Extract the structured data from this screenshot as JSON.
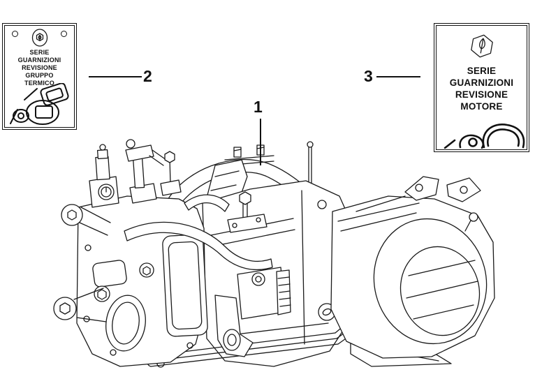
{
  "colors": {
    "background": "#ffffff",
    "ink": "#111111"
  },
  "callouts": {
    "engine": {
      "number": "1"
    },
    "thermal_kit": {
      "number": "2"
    },
    "motor_kit": {
      "number": "3"
    }
  },
  "kit_labels": {
    "thermal": {
      "lines": [
        "SERIE",
        "GUARNIZIONI",
        "REVISIONE",
        "GRUPPO",
        "TERMICO"
      ]
    },
    "motor": {
      "lines": [
        "SERIE",
        "GUARNIZIONI",
        "REVISIONE",
        "MOTORE"
      ]
    }
  },
  "icons": {
    "thermal_logo": "piaggio-emblem-circle-icon",
    "motor_logo": "piaggio-emblem-hexagon-icon"
  }
}
